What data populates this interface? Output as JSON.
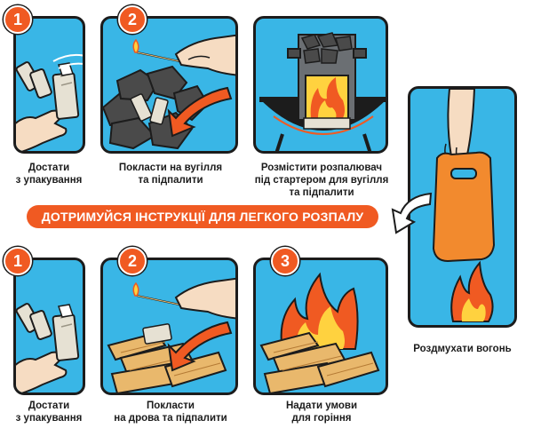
{
  "banner": {
    "text": "ДОТРИМУЙСЯ ІНСТРУКЦІЇ ДЛЯ ЛЕГКОГО РОЗПАЛУ"
  },
  "charcoal_steps": [
    {
      "number": "1",
      "caption_line1": "Достати",
      "caption_line2": "з упакування"
    },
    {
      "number": "2",
      "caption_line1": "Покласти на вугілля",
      "caption_line2": "та підпалити"
    },
    {
      "number": "",
      "caption_line1": "Розмістити розпалювач",
      "caption_line2": "під стартером для вугілля",
      "caption_line3": "та підпалити"
    }
  ],
  "wood_steps": [
    {
      "number": "1",
      "caption_line1": "Достати",
      "caption_line2": "з упакування"
    },
    {
      "number": "2",
      "caption_line1": "Покласти",
      "caption_line2": "на дрова та підпалити"
    },
    {
      "number": "3",
      "caption_line1": "Надати умови",
      "caption_line2": "для горіння"
    }
  ],
  "fan_step": {
    "caption": "Роздмухати вогонь"
  },
  "colors": {
    "panel_blue": "#39b6e6",
    "accent_orange": "#f05a22",
    "outline": "#1c1c1c",
    "flame_yellow": "#ffd23f",
    "wood": "#e9b86c",
    "charcoal": "#4a4a4a",
    "paper": "#e6e1d3",
    "skin": "#f6dcc2"
  }
}
